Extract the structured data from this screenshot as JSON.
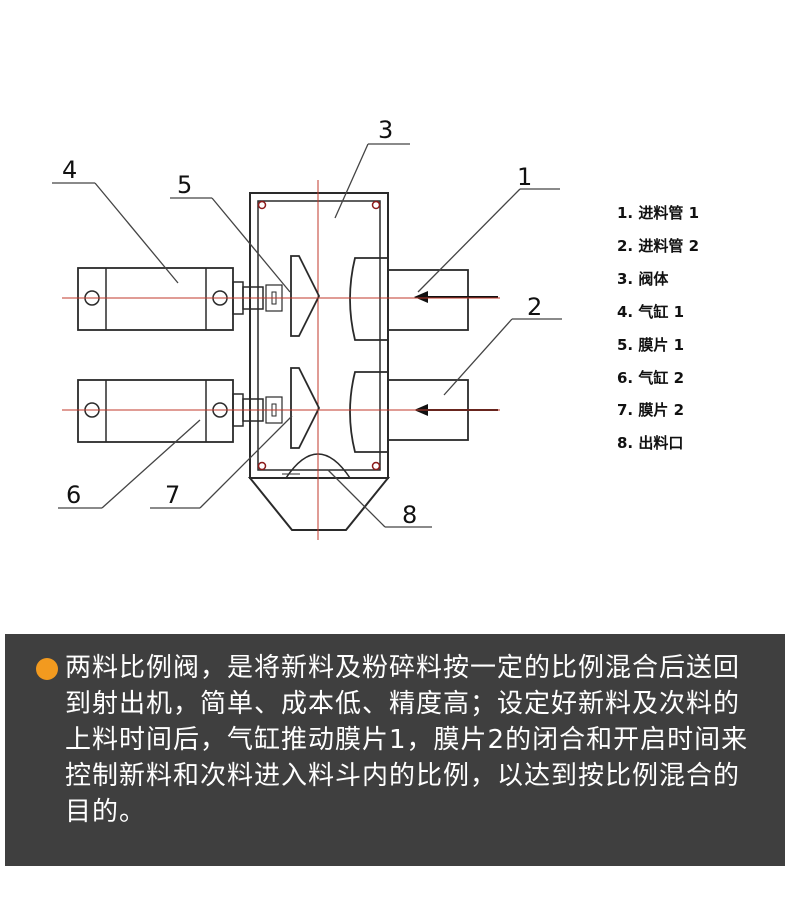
{
  "callouts": [
    "1",
    "2",
    "3",
    "4",
    "5",
    "6",
    "7",
    "8"
  ],
  "legend": [
    "1. 进料管 1",
    "2. 进料管 2",
    "3. 阀体",
    "4. 气缸 1",
    "5. 膜片 1",
    "6. 气缸 2",
    "7. 膜片 2",
    "8. 出料口"
  ],
  "description": "两料比例阀，是将新料及粉碎料按一定的比例混合后送回到射出机，简单、成本低、精度高；设定好新料及次料的上料时间后，气缸推动膜片1，膜片2的闭合和开启时间来控制新料和次料进入料斗内的比例，以达到按比例混合的目的。",
  "colors": {
    "panel": "#3f3f3f",
    "bullet": "#f29a1f",
    "center_line": "#c0392b"
  }
}
